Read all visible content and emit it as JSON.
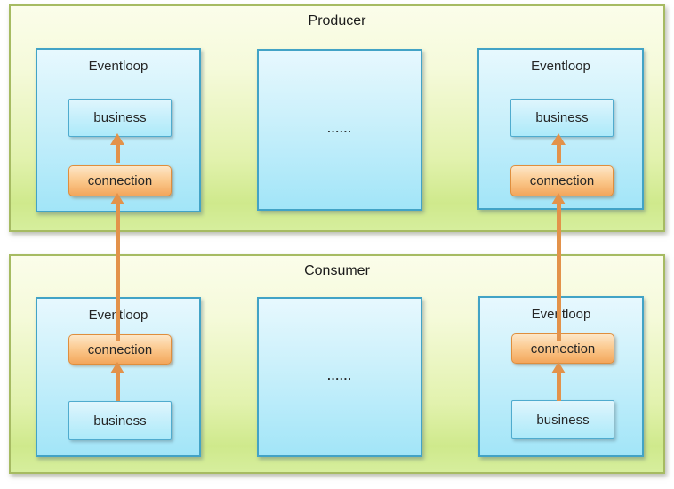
{
  "producer": {
    "title": "Producer",
    "left_eventloop": {
      "label": "Eventloop",
      "business": "business",
      "connection": "connection"
    },
    "middle": {
      "ellipsis": "......"
    },
    "right_eventloop": {
      "label": "Eventloop",
      "business": "business",
      "connection": "connection"
    }
  },
  "consumer": {
    "title": "Consumer",
    "left_eventloop": {
      "label": "Eventloop",
      "connection": "connection",
      "business": "business"
    },
    "middle": {
      "ellipsis": "......"
    },
    "right_eventloop": {
      "label": "Eventloop",
      "connection": "connection",
      "business": "business"
    }
  },
  "colors": {
    "section_fill_top": "#fbfdea",
    "section_fill_bottom": "#cfe98c",
    "section_border": "#a6bb62",
    "eventloop_fill_top": "#e7f8fe",
    "eventloop_fill_bottom": "#a2e5f8",
    "eventloop_border": "#42a3c6",
    "business_fill_top": "#e0f6fd",
    "business_fill_bottom": "#aceafa",
    "business_border": "#4fabce",
    "connection_fill_top": "#fde7c8",
    "connection_fill_bottom": "#f3a65b",
    "connection_border": "#df8e3d",
    "arrow": "#e3924a",
    "text": "#262626"
  }
}
